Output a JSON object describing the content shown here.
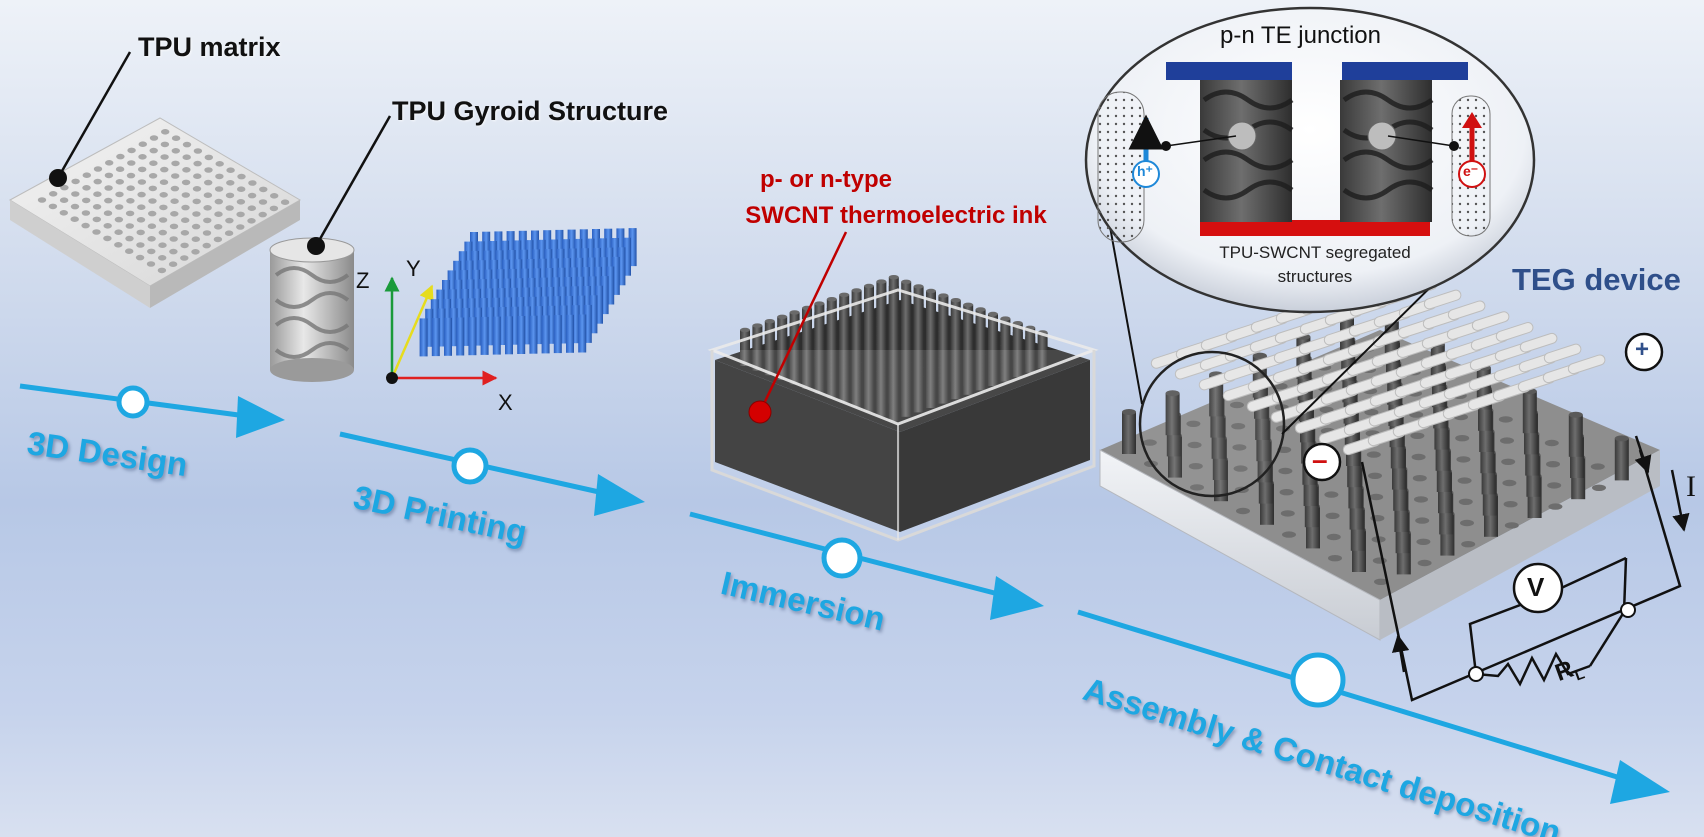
{
  "labels": {
    "tpu_matrix": "TPU matrix",
    "tpu_gyroid": "TPU Gyroid Structure",
    "axis_x": "X",
    "axis_y": "Y",
    "axis_z": "Z",
    "ink_line1": "p- or n-type",
    "ink_line2": "SWCNT thermoelectric ink",
    "junction_title": "p-n TE junction",
    "hole": "h⁺",
    "electron": "e⁻",
    "segregated_line1": "TPU-SWCNT segregated",
    "segregated_line2": "structures",
    "teg_device": "TEG device",
    "plus": "+",
    "minus": "–",
    "voltmeter": "V",
    "current": "I",
    "resistor": "R",
    "resistor_sub": "L"
  },
  "steps": [
    {
      "label": "3D Design"
    },
    {
      "label": "3D Printing"
    },
    {
      "label": "Immersion"
    },
    {
      "label": "Assembly & Contact deposition"
    }
  ],
  "colors": {
    "step_blue": "#1ea7e2",
    "ink_red": "#c00000",
    "teg_blue": "#2f4f8a",
    "pillar_blue": "#3a78d6",
    "electrode_blue": "#1f3f9a"
  }
}
